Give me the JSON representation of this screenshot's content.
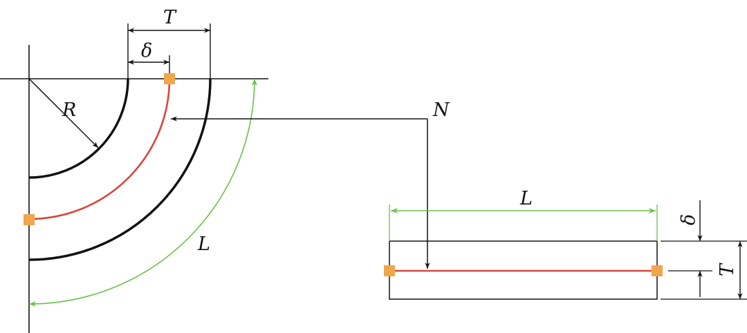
{
  "labels": {
    "thickness": "T",
    "neutral_offset": "δ",
    "radius": "R",
    "neutral_layer": "N",
    "arc_length": "L",
    "flat_length": "L",
    "flat_offset": "δ",
    "flat_thickness": "T"
  },
  "colors": {
    "outline": "#111111",
    "neutral_line": "#d9463a",
    "length_arrow": "#6cbf4a",
    "marker": "#f0a64a"
  }
}
